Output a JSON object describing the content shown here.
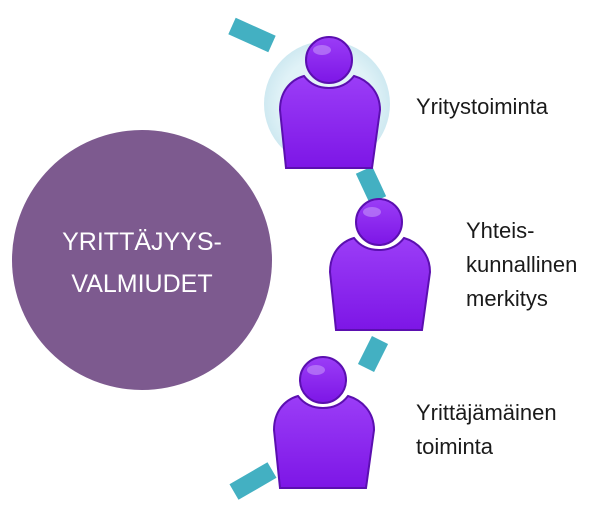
{
  "center": {
    "line1": "YRITTÄJYYS-",
    "line2": "VALMIUDET",
    "color": "#7d5a8f"
  },
  "items": [
    {
      "lines": [
        "Yritystoiminta"
      ]
    },
    {
      "lines": [
        "Yhteis-",
        "kunnallinen",
        "merkitys"
      ]
    },
    {
      "lines": [
        "Yrittäjämäinen",
        "toiminta"
      ]
    }
  ],
  "colors": {
    "arc": "#43b0c2",
    "person": "#8a24f0",
    "person_outline": "#5b0fb0",
    "highlight": "#dff1f6"
  },
  "icons": [
    "person-icon",
    "person-icon",
    "person-icon"
  ]
}
